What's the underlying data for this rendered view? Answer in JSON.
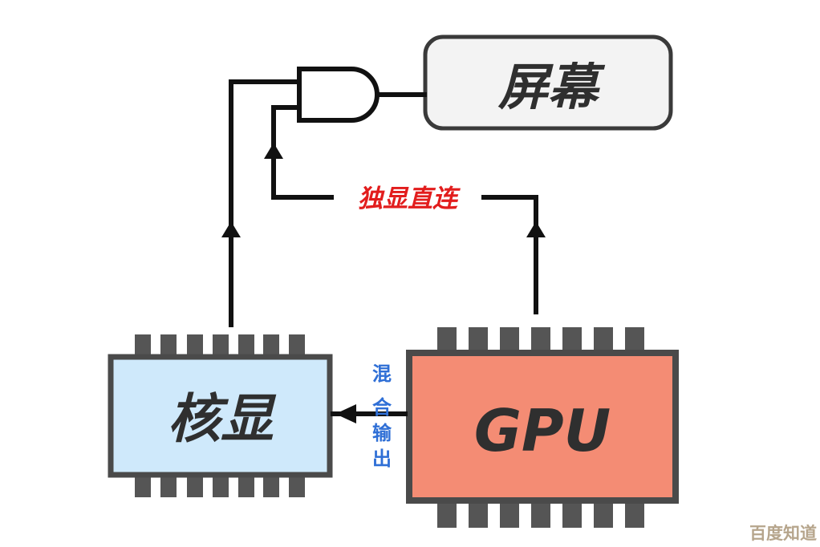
{
  "diagram": {
    "screen_label": "屏幕",
    "igpu_label": "核显",
    "gpu_label": "GPU",
    "direct_label": "独显直连",
    "hybrid_label": [
      "混",
      "合",
      "输",
      "出"
    ],
    "watermark": "百度知道"
  },
  "colors": {
    "line": "#111111",
    "chip_border": "#4a4a4a",
    "igpu_fill": "#cfe9fb",
    "gpu_fill": "#f48c74",
    "direct_text": "#e21d1d",
    "hybrid_text": "#2f6fd6",
    "screen_fill": "#f3f3f3"
  }
}
